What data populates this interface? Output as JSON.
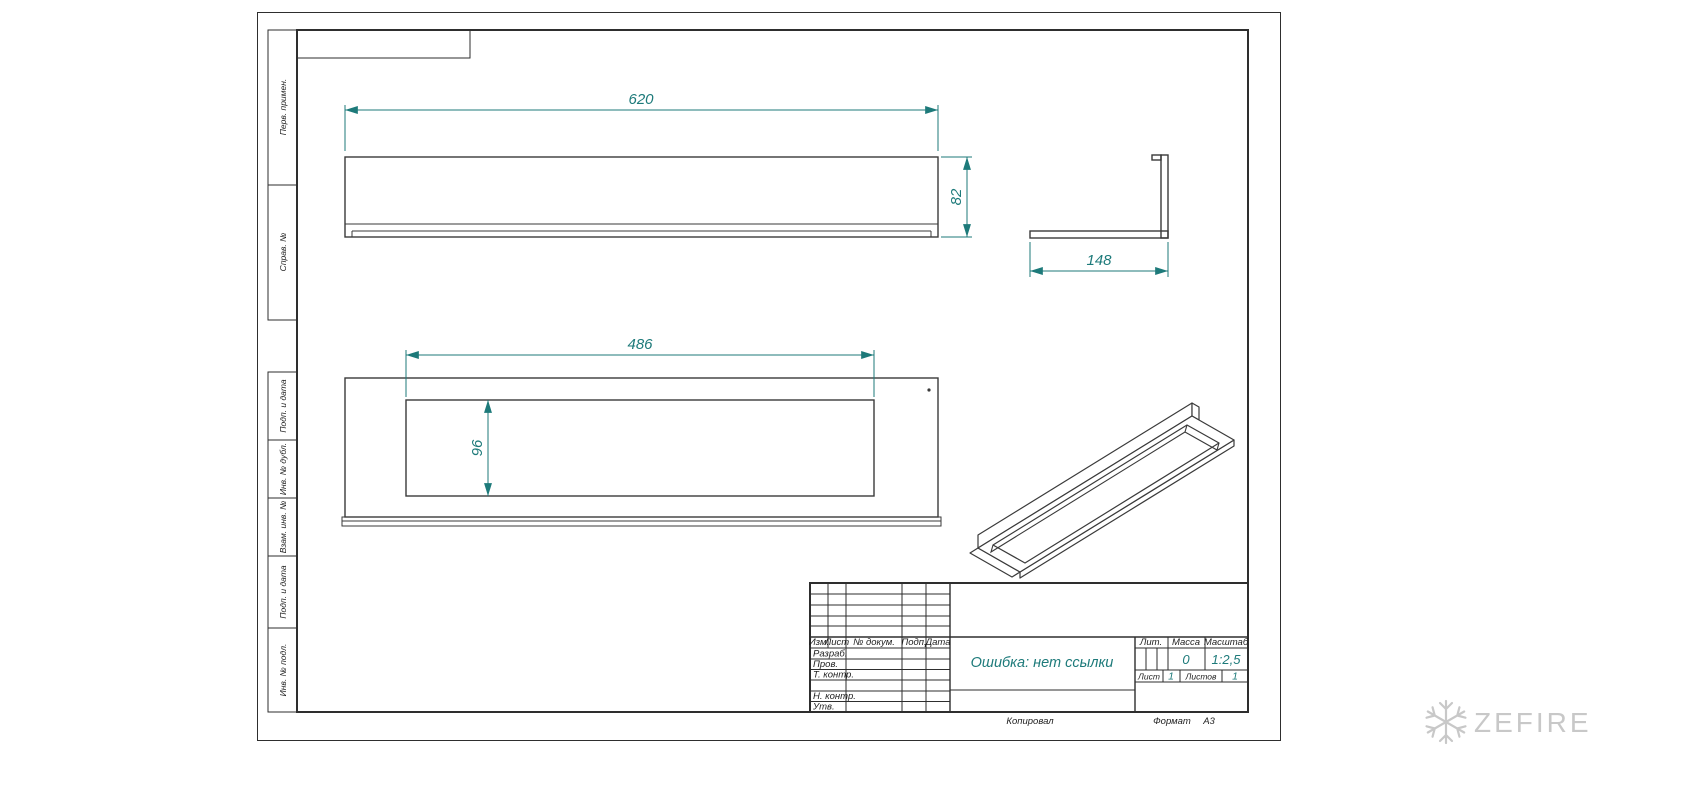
{
  "colors": {
    "dimension_teal": "#1d7a7a",
    "drawing_line": "#3a3a3a",
    "frame_line": "#2e2e2e",
    "watermark_gray": "#c8c8c8"
  },
  "margin_labels": {
    "perv_primen": "Перв. примен.",
    "sprav_no": "Справ. №",
    "podp_data_1": "Подп. и дата",
    "inv_dubl": "Инв. № дубл.",
    "vzam_inv": "Взам. инв. №",
    "podp_data_2": "Подп. и дата",
    "inv_podl": "Инв. № подл."
  },
  "dimensions": {
    "length_top": "620",
    "height_side": "82",
    "depth_profile": "148",
    "opening_length": "486",
    "opening_height": "96"
  },
  "title_block": {
    "header": {
      "izm": "Изм.",
      "list": "Лист",
      "doc_num": "№ докум.",
      "podp": "Подп.",
      "data": "Дата"
    },
    "rows": {
      "razrab": "Разраб.",
      "prov": "Пров.",
      "t_kontr": "Т. контр.",
      "n_kontr": "Н. контр.",
      "utv": "Утв."
    },
    "doc_name": "Ошибка: нет ссылки",
    "lit_label": "Лит.",
    "mass_label": "Масса",
    "scale_label": "Масштаб",
    "mass_value": "0",
    "scale_value": "1:2,5",
    "sheet_label": "Лист",
    "sheet_value": "1",
    "sheets_label": "Листов",
    "sheets_value": "1",
    "kopiroval": "Копировал",
    "format_label": "Формат",
    "format_value": "А3"
  },
  "watermark": {
    "brand": "ZEFIRE"
  }
}
